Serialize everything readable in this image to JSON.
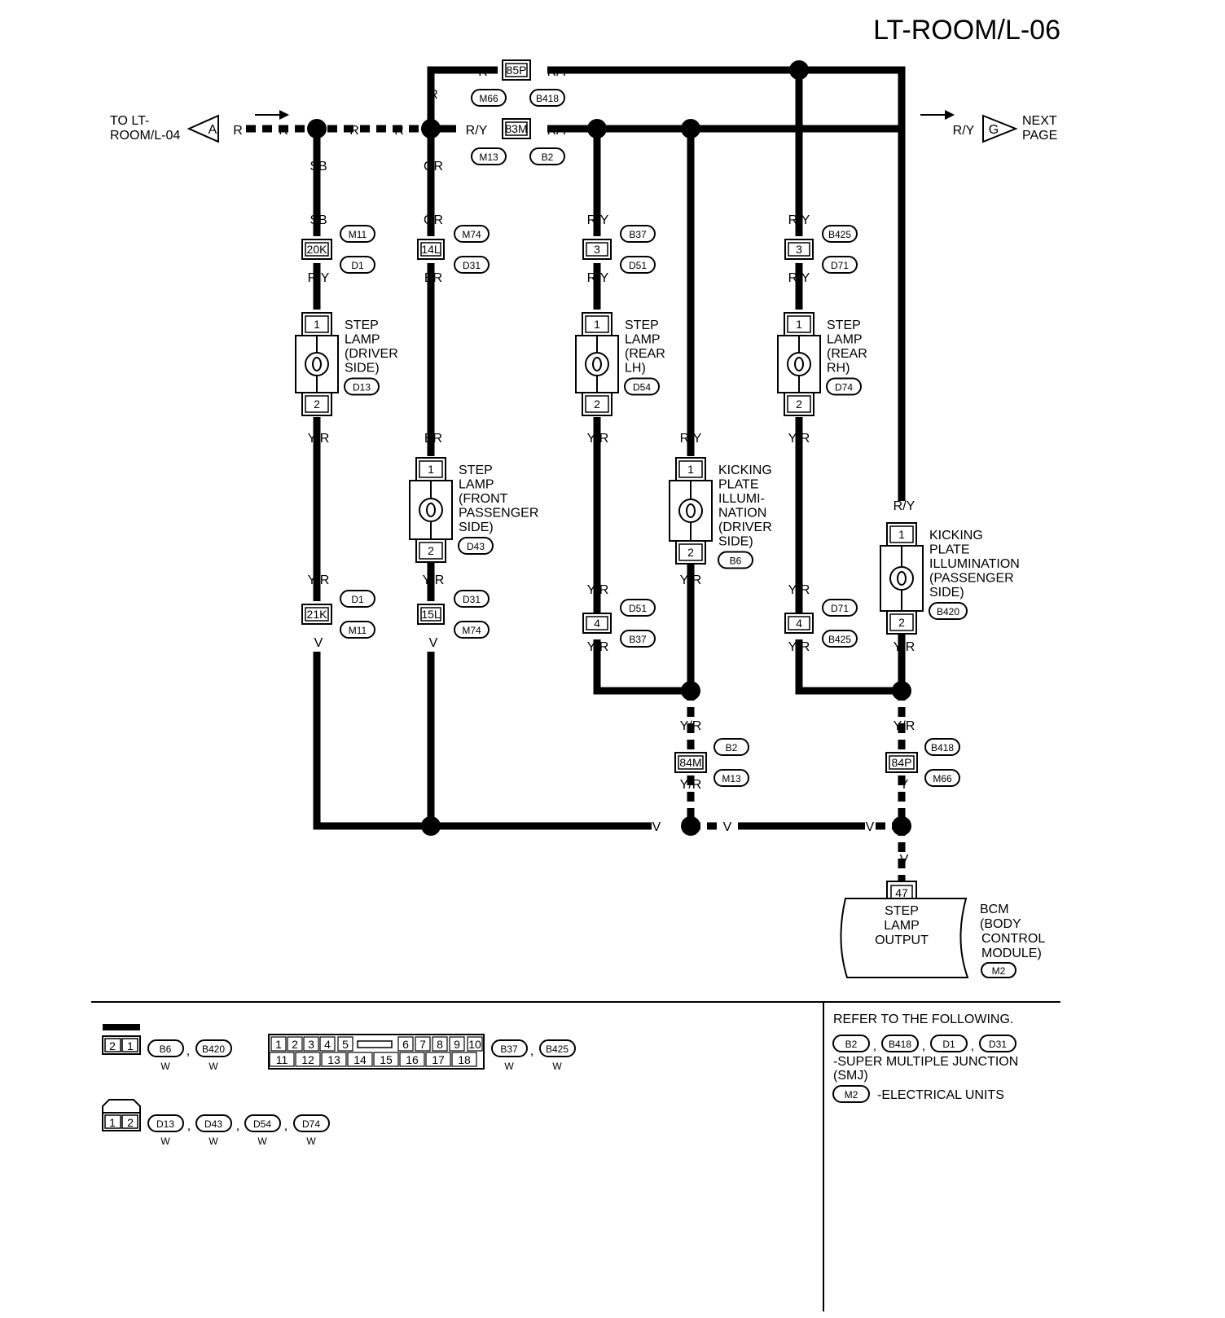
{
  "page_title": "LT-ROOM/L-06",
  "left_terminal": {
    "letter": "A",
    "text_line1": "TO LT-",
    "text_line2": "ROOM/L-04",
    "wire": "R"
  },
  "right_terminal": {
    "letter": "G",
    "text_line1": "NEXT",
    "text_line2": "PAGE",
    "wire": "R/Y"
  },
  "wire_codes": {
    "R": "R",
    "RY": "R/Y",
    "SB": "SB",
    "GR": "GR",
    "BR": "BR",
    "YR": "Y/R",
    "V": "V",
    "Y": "Y"
  },
  "junctions": {
    "top_85P": {
      "pin": "85P",
      "conn_left": "M66",
      "conn_right": "B418"
    },
    "top_83M": {
      "pin": "83M",
      "conn_left": "M13",
      "conn_right": "B2"
    },
    "j20K": {
      "pin": "20K",
      "conn_top": "M11",
      "conn_bottom": "D1"
    },
    "j14L": {
      "pin": "14L",
      "conn_top": "M74",
      "conn_bottom": "D31"
    },
    "j3a": {
      "pin": "3",
      "conn_top": "B37",
      "conn_bottom": "D51"
    },
    "j3b": {
      "pin": "3",
      "conn_top": "B425",
      "conn_bottom": "D71"
    },
    "j21K": {
      "pin": "21K",
      "conn_top": "D1",
      "conn_bottom": "M11"
    },
    "j15L": {
      "pin": "15L",
      "conn_top": "D31",
      "conn_bottom": "M74"
    },
    "j4a": {
      "pin": "4",
      "conn_top": "D51",
      "conn_bottom": "B37"
    },
    "j4b": {
      "pin": "4",
      "conn_top": "D71",
      "conn_bottom": "B425"
    },
    "j84M": {
      "pin": "84M",
      "conn_top": "B2",
      "conn_bottom": "M13"
    },
    "j84P": {
      "pin": "84P",
      "conn_top": "B418",
      "conn_bottom": "M66"
    }
  },
  "lamps": {
    "driver": {
      "lines": [
        "STEP",
        "LAMP",
        "(DRIVER",
        "SIDE)"
      ],
      "connector": "D13",
      "pin_top": "1",
      "pin_bottom": "2"
    },
    "front_passenger": {
      "lines": [
        "STEP",
        "LAMP",
        "(FRONT",
        "PASSENGER",
        "SIDE)"
      ],
      "connector": "D43",
      "pin_top": "1",
      "pin_bottom": "2"
    },
    "rear_lh": {
      "lines": [
        "STEP",
        "LAMP",
        "(REAR",
        "LH)"
      ],
      "connector": "D54",
      "pin_top": "1",
      "pin_bottom": "2"
    },
    "kick_driver": {
      "lines": [
        "KICKING",
        "PLATE",
        "ILLUMI-",
        "NATION",
        "(DRIVER",
        "SIDE)"
      ],
      "connector": "B6",
      "pin_top": "1",
      "pin_bottom": "2"
    },
    "rear_rh": {
      "lines": [
        "STEP",
        "LAMP",
        "(REAR",
        "RH)"
      ],
      "connector": "D74",
      "pin_top": "1",
      "pin_bottom": "2"
    },
    "kick_passenger": {
      "lines": [
        "KICKING",
        "PLATE",
        "ILLUMINATION",
        "(PASSENGER",
        "SIDE)"
      ],
      "connector": "B420",
      "pin_top": "1",
      "pin_bottom": "2"
    }
  },
  "bcm": {
    "pin": "47",
    "inner_lines": [
      "STEP",
      "LAMP",
      "OUTPUT"
    ],
    "label_lines": [
      "BCM",
      "(BODY",
      "CONTROL",
      "MODULE)"
    ],
    "connector": "M2"
  },
  "legend": {
    "conn2": {
      "pins": [
        "2",
        "1"
      ],
      "items": [
        "B6",
        "B420"
      ],
      "colors": [
        "W",
        "W"
      ]
    },
    "conn18": {
      "row1": [
        "1",
        "2",
        "3",
        "4",
        "5",
        "6",
        "7",
        "8",
        "9",
        "10"
      ],
      "row2": [
        "11",
        "12",
        "13",
        "14",
        "15",
        "16",
        "17",
        "18"
      ],
      "items": [
        "B37",
        "B425"
      ],
      "colors": [
        "W",
        "W"
      ]
    },
    "conn2b": {
      "pins": [
        "1",
        "2"
      ],
      "items": [
        "D13",
        "D43",
        "D54",
        "D74"
      ],
      "colors": [
        "W",
        "W",
        "W",
        "W"
      ]
    },
    "separator": ","
  },
  "refer": {
    "heading": "REFER TO THE FOLLOWING.",
    "group1": [
      "B2",
      "B418",
      "D1",
      "D31"
    ],
    "group1_desc_line1": "-SUPER MULTIPLE JUNCTION",
    "group1_desc_line2": "(SMJ)",
    "group2": [
      "M2"
    ],
    "group2_desc": "-ELECTRICAL UNITS"
  }
}
